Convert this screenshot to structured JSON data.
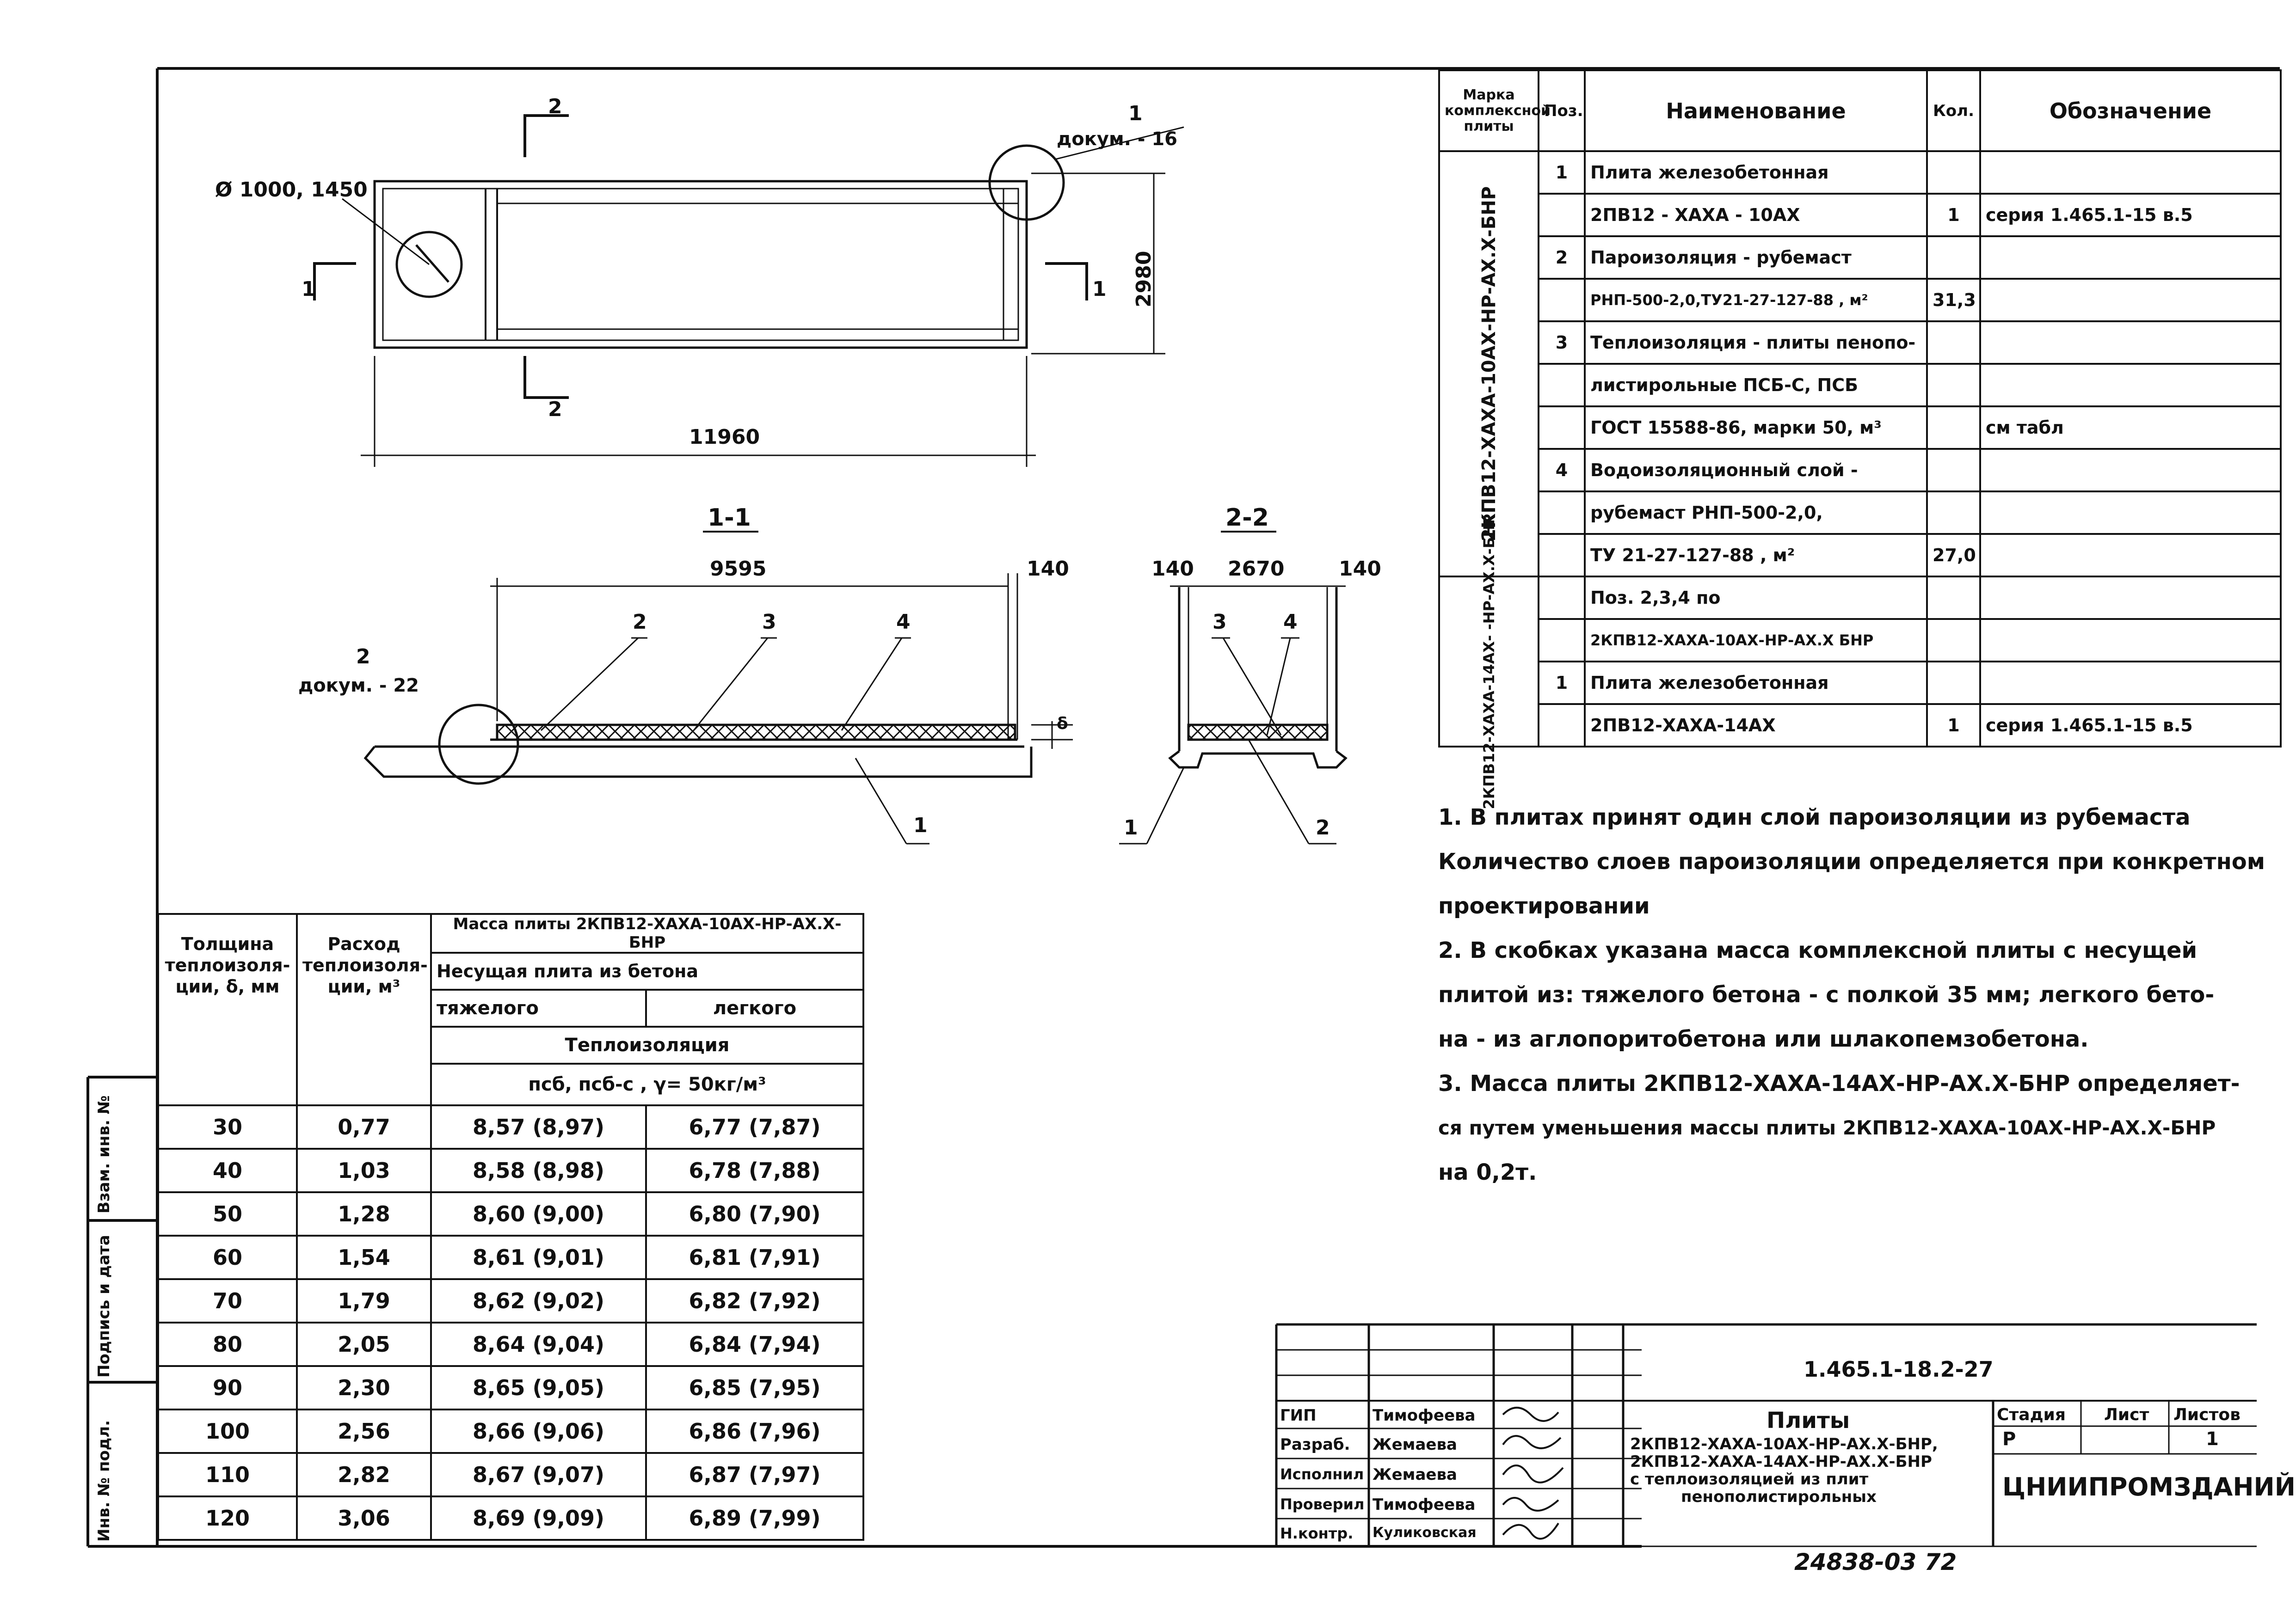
{
  "drawing": {
    "diam_label": "Ø 1000, 1450",
    "detail_callout_num": "1",
    "detail_callout_ref": "докум. - 16",
    "section_mark_2_top": "2",
    "section_mark_2_bottom": "2",
    "section_mark_1_left": "1",
    "section_mark_1_right": "1",
    "height_dim": "2980",
    "length_dim": "11960",
    "section11_title": "1-1",
    "section22_title": "2-2",
    "s11_dim_main": "9595",
    "s11_dim_end": "140",
    "s22_dim_left": "140",
    "s22_dim_mid": "2670",
    "s22_dim_right": "140",
    "detail2_num": "2",
    "detail2_ref": "докум. - 22",
    "s11_pos2": "2",
    "s11_pos3": "3",
    "s11_pos4": "4",
    "s11_pos1": "1",
    "s11_delta": "δ",
    "s22_pos3": "3",
    "s22_pos4": "4",
    "s22_pos1": "1",
    "s22_pos2": "2"
  },
  "spec_table": {
    "headers": [
      "Марка комплексной плиты",
      "Поз.",
      "Наименование",
      "Кол.",
      "Обозначение"
    ],
    "mark1": "2КПВ12-ХАХА-10АХ-НР-АХ.Х-БНР",
    "mark2": "2КПВ12-ХАХА-14АХ- -НР-АХ.Х-БНР",
    "rows": [
      {
        "pos": "1",
        "name": "Плита железобетонная",
        "qty": "",
        "des": ""
      },
      {
        "pos": "",
        "name": "2ПВ12 - ХАХА - 10АХ",
        "qty": "1",
        "des": "серия 1.465.1-15 в.5"
      },
      {
        "pos": "2",
        "name": "Пароизоляция - рубемаст",
        "qty": "",
        "des": ""
      },
      {
        "pos": "",
        "name": "РНП-500-2,0,ТУ21-27-127-88 ,    м²",
        "qty": "31,3",
        "des": ""
      },
      {
        "pos": "3",
        "name": "Теплоизоляция - плиты пенопо-",
        "qty": "",
        "des": ""
      },
      {
        "pos": "",
        "name": "листирольные ПСБ-С, ПСБ",
        "qty": "",
        "des": ""
      },
      {
        "pos": "",
        "name": "ГОСТ 15588-86, марки 50, м³",
        "qty": "",
        "des": "см табл"
      },
      {
        "pos": "4",
        "name": "Водоизоляционный слой -",
        "qty": "",
        "des": ""
      },
      {
        "pos": "",
        "name": "рубемаст РНП-500-2,0,",
        "qty": "",
        "des": ""
      },
      {
        "pos": "",
        "name": "ТУ 21-27-127-88 ,          м²",
        "qty": "27,0",
        "des": ""
      },
      {
        "pos": "",
        "name": "Поз. 2,3,4 по",
        "qty": "",
        "des": ""
      },
      {
        "pos": "",
        "name": "2КПВ12-ХАХА-10АХ-НР-АХ.Х БНР",
        "qty": "",
        "des": ""
      },
      {
        "pos": "1",
        "name": "Плита железобетонная",
        "qty": "",
        "des": ""
      },
      {
        "pos": "",
        "name": "2ПВ12-ХАХА-14АХ",
        "qty": "1",
        "des": "серия 1.465.1-15 в.5"
      }
    ]
  },
  "notes": [
    "1. В плитах принят один слой пароизоляции из рубемаста",
    "Количество слоев пароизоляции определяется при конкретном",
    "проектировании",
    "2. В скобках указана масса комплексной плиты с несущей",
    "плитой из: тяжелого бетона - с полкой 35 мм; легкого бето-",
    "на - из аглопоритобетона или шлакопемзобетона.",
    "3. Масса плиты 2КПВ12-ХАХА-14АХ-НР-АХ.Х-БНР определяет-",
    "ся путем уменьшения массы плиты 2КПВ12-ХАХА-10АХ-НР-АХ.Х-БНР",
    "на 0,2т."
  ],
  "mass_table": {
    "h_thickness": "Толщина теплоизоля- ции, δ, мм",
    "h_consumption": "Расход теплоизоля- ции, м³",
    "h_mass": "Масса плиты 2КПВ12-ХАХА-10АХ-НР-АХ.Х-БНР",
    "h_bearing": "Несущая плита из бетона",
    "h_heavy": "тяжелого",
    "h_light": "легкого",
    "h_insulation": "Теплоизоляция",
    "h_psb": "псб, псб-с , γ= 50кг/м³",
    "rows": [
      [
        "30",
        "0,77",
        "8,57 (8,97)",
        "6,77 (7,87)"
      ],
      [
        "40",
        "1,03",
        "8,58 (8,98)",
        "6,78 (7,88)"
      ],
      [
        "50",
        "1,28",
        "8,60 (9,00)",
        "6,80 (7,90)"
      ],
      [
        "60",
        "1,54",
        "8,61 (9,01)",
        "6,81 (7,91)"
      ],
      [
        "70",
        "1,79",
        "8,62 (9,02)",
        "6,82 (7,92)"
      ],
      [
        "80",
        "2,05",
        "8,64 (9,04)",
        "6,84 (7,94)"
      ],
      [
        "90",
        "2,30",
        "8,65 (9,05)",
        "6,85 (7,95)"
      ],
      [
        "100",
        "2,56",
        "8,66 (9,06)",
        "6,86 (7,96)"
      ],
      [
        "110",
        "2,82",
        "8,67 (9,07)",
        "6,87 (7,97)"
      ],
      [
        "120",
        "3,06",
        "8,69 (9,09)",
        "6,89 (7,99)"
      ]
    ]
  },
  "left_margin": {
    "inv_podl": "Инв. № подл.",
    "sign_date": "Подпись и дата",
    "vzam": "Взам. инв. №"
  },
  "title_block": {
    "code": "1.465.1-18.2-27",
    "title": "Плиты",
    "desc": [
      "2КПВ12-ХАХА-10АХ-НР-АХ.Х-БНР,",
      "2КПВ12-ХАХА-14АХ-НР-АХ.Х-БНР",
      "с теплоизоляцией из плит",
      "пенополистирольных"
    ],
    "stage_h": "Стадия",
    "sheet_h": "Лист",
    "sheets_h": "Листов",
    "stage": "Р",
    "sheets": "1",
    "org": "ЦНИИПРОМЗДАНИЙ",
    "roles": [
      {
        "role": "ГИП",
        "name": "Тимофеева"
      },
      {
        "role": "Разраб.",
        "name": "Жемаева"
      },
      {
        "role": "Исполнил",
        "name": "Жемаева"
      },
      {
        "role": "Проверил",
        "name": "Тимофеева"
      },
      {
        "role": "Н.контр.",
        "name": "Куликовская"
      }
    ],
    "footer_number": "24838-03   72"
  }
}
